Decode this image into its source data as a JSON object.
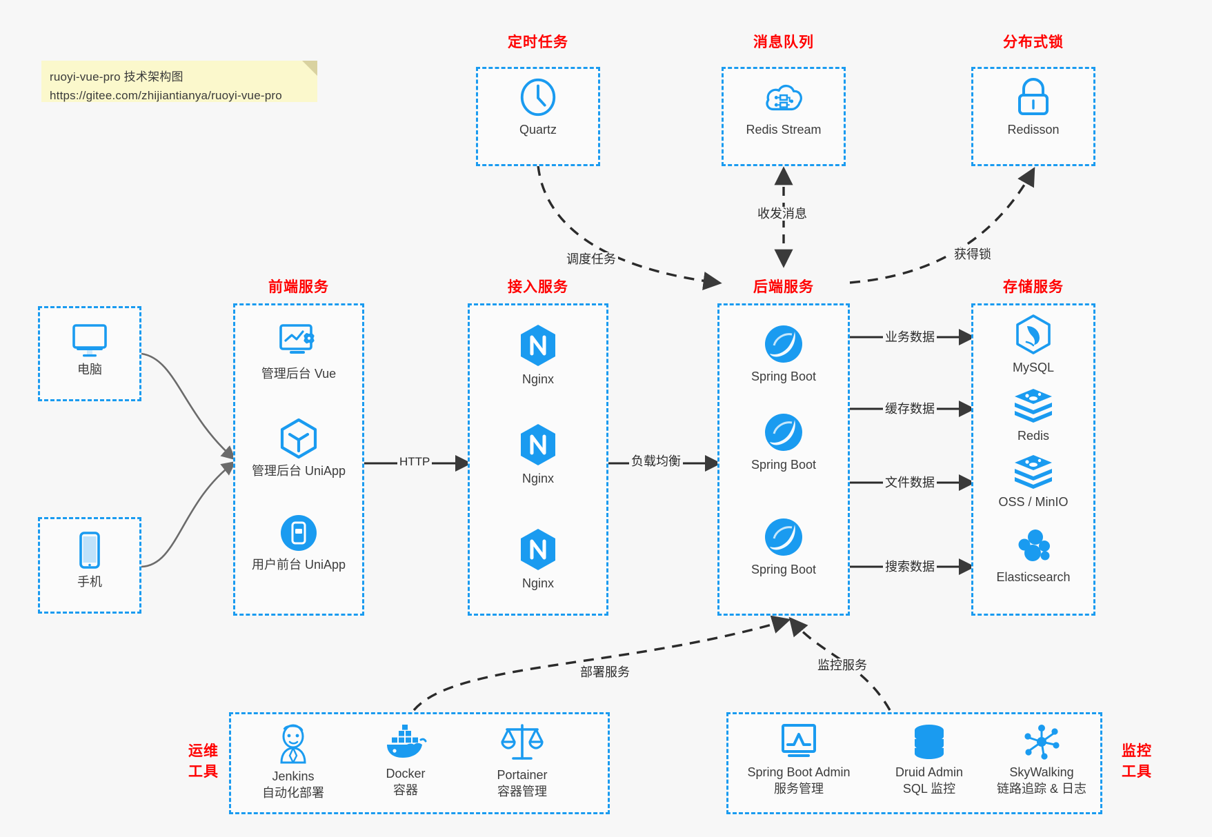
{
  "note": {
    "line1": "ruoyi-vue-pro 技术架构图",
    "line2": "https://gitee.com/zhijiantianya/ruoyi-vue-pro"
  },
  "colors": {
    "accent_blue": "#1a9bf0",
    "title_red": "#ff0000",
    "background": "#f7f7f7",
    "note_yellow": "#fbf8cc",
    "edge_gray": "#555555"
  },
  "groups": {
    "scheduled_task": {
      "title": "定时任务"
    },
    "message_queue": {
      "title": "消息队列"
    },
    "distributed_lock": {
      "title": "分布式锁"
    },
    "frontend": {
      "title": "前端服务"
    },
    "gateway": {
      "title": "接入服务"
    },
    "backend": {
      "title": "后端服务"
    },
    "storage": {
      "title": "存储服务"
    },
    "devops": {
      "title_line1": "运维",
      "title_line2": "工具"
    },
    "monitor": {
      "title_line1": "监控",
      "title_line2": "工具"
    }
  },
  "nodes": {
    "quartz": {
      "label": "Quartz",
      "icon": "clock-icon"
    },
    "redis_stream": {
      "label": "Redis Stream",
      "icon": "cloud-stream-icon"
    },
    "redisson": {
      "label": "Redisson",
      "icon": "lock-icon"
    },
    "computer": {
      "label": "电脑",
      "icon": "monitor-icon"
    },
    "phone": {
      "label": "手机",
      "icon": "smartphone-icon"
    },
    "admin_vue": {
      "label": "管理后台 Vue",
      "icon": "dashboard-gear-icon"
    },
    "admin_uniapp": {
      "label": "管理后台 UniApp",
      "icon": "cube-icon"
    },
    "user_uniapp": {
      "label": "用户前台 UniApp",
      "icon": "mobile-app-icon"
    },
    "nginx1": {
      "label": "Nginx",
      "icon": "nginx-icon"
    },
    "nginx2": {
      "label": "Nginx",
      "icon": "nginx-icon"
    },
    "nginx3": {
      "label": "Nginx",
      "icon": "nginx-icon"
    },
    "springboot1": {
      "label": "Spring Boot",
      "icon": "spring-leaf-icon"
    },
    "springboot2": {
      "label": "Spring Boot",
      "icon": "spring-leaf-icon"
    },
    "springboot3": {
      "label": "Spring Boot",
      "icon": "spring-leaf-icon"
    },
    "mysql": {
      "label": "MySQL",
      "icon": "mysql-dolphin-icon"
    },
    "redis": {
      "label": "Redis",
      "icon": "redis-stack-icon"
    },
    "oss_minio": {
      "label": "OSS / MinIO",
      "icon": "redis-stack-icon"
    },
    "elasticsearch": {
      "label": "Elasticsearch",
      "icon": "elasticsearch-icon"
    },
    "jenkins": {
      "label": "Jenkins",
      "sublabel": "自动化部署",
      "icon": "jenkins-butler-icon"
    },
    "docker": {
      "label": "Docker",
      "sublabel": "容器",
      "icon": "docker-whale-icon"
    },
    "portainer": {
      "label": "Portainer",
      "sublabel": "容器管理",
      "icon": "scales-icon"
    },
    "spring_boot_admin": {
      "label": "Spring Boot Admin",
      "sublabel": "服务管理",
      "icon": "monitor-chart-icon"
    },
    "druid_admin": {
      "label": "Druid Admin",
      "sublabel": "SQL 监控",
      "icon": "database-icon"
    },
    "skywalking": {
      "label": "SkyWalking",
      "sublabel": "链路追踪 & 日志",
      "icon": "network-nodes-icon"
    }
  },
  "edges": {
    "http": "HTTP",
    "load_balance": "负载均衡",
    "schedule_task": "调度任务",
    "send_receive_message": "收发消息",
    "acquire_lock": "获得锁",
    "business_data": "业务数据",
    "cache_data": "缓存数据",
    "file_data": "文件数据",
    "search_data": "搜索数据",
    "deploy_service": "部署服务",
    "monitor_service": "监控服务"
  }
}
